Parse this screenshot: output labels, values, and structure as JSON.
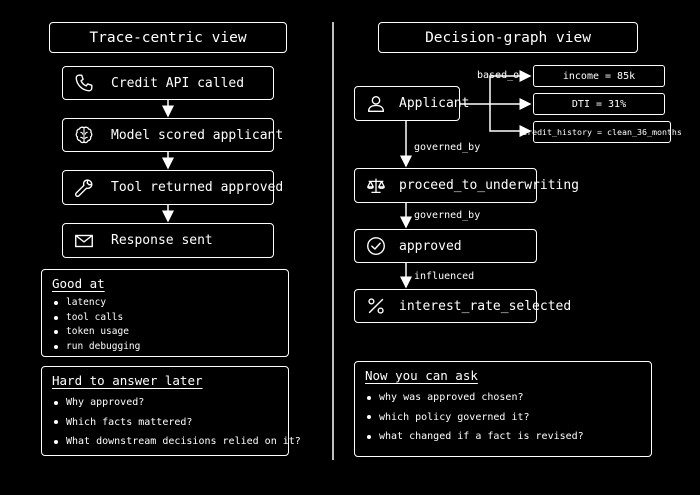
{
  "left": {
    "title": "Trace-centric view",
    "steps": [
      {
        "label": "Credit API called",
        "icon": "phone-icon"
      },
      {
        "label": "Model scored applicant",
        "icon": "brain-icon"
      },
      {
        "label": "Tool returned approved",
        "icon": "wrench-icon"
      },
      {
        "label": "Response sent",
        "icon": "envelope-icon"
      }
    ],
    "good_at": {
      "title": "Good at",
      "items": [
        "latency",
        "tool calls",
        "token usage",
        "run debugging"
      ]
    },
    "hard": {
      "title": "Hard to answer later",
      "items": [
        "Why approved?",
        "Which facts mattered?",
        "What downstream decisions relied on it?"
      ]
    }
  },
  "right": {
    "title": "Decision-graph view",
    "nodes": {
      "applicant": {
        "label": "Applicant",
        "icon": "person-icon"
      },
      "policy": {
        "label": "proceed_to_underwriting",
        "icon": "scales-icon"
      },
      "approved": {
        "label": "approved",
        "icon": "check-circle-icon"
      },
      "rate": {
        "label": "interest_rate_selected",
        "icon": "percent-icon"
      }
    },
    "facts": [
      "income = 85k",
      "DTI = 31%",
      "credit_history = clean_36_months"
    ],
    "edges": {
      "based_on": "based_on",
      "governed_by_1": "governed_by",
      "governed_by_2": "governed_by",
      "influenced": "influenced"
    },
    "ask": {
      "title": "Now you can ask",
      "items": [
        "why was approved chosen?",
        "which policy governed it?",
        "what changed if a fact is revised?"
      ]
    }
  }
}
